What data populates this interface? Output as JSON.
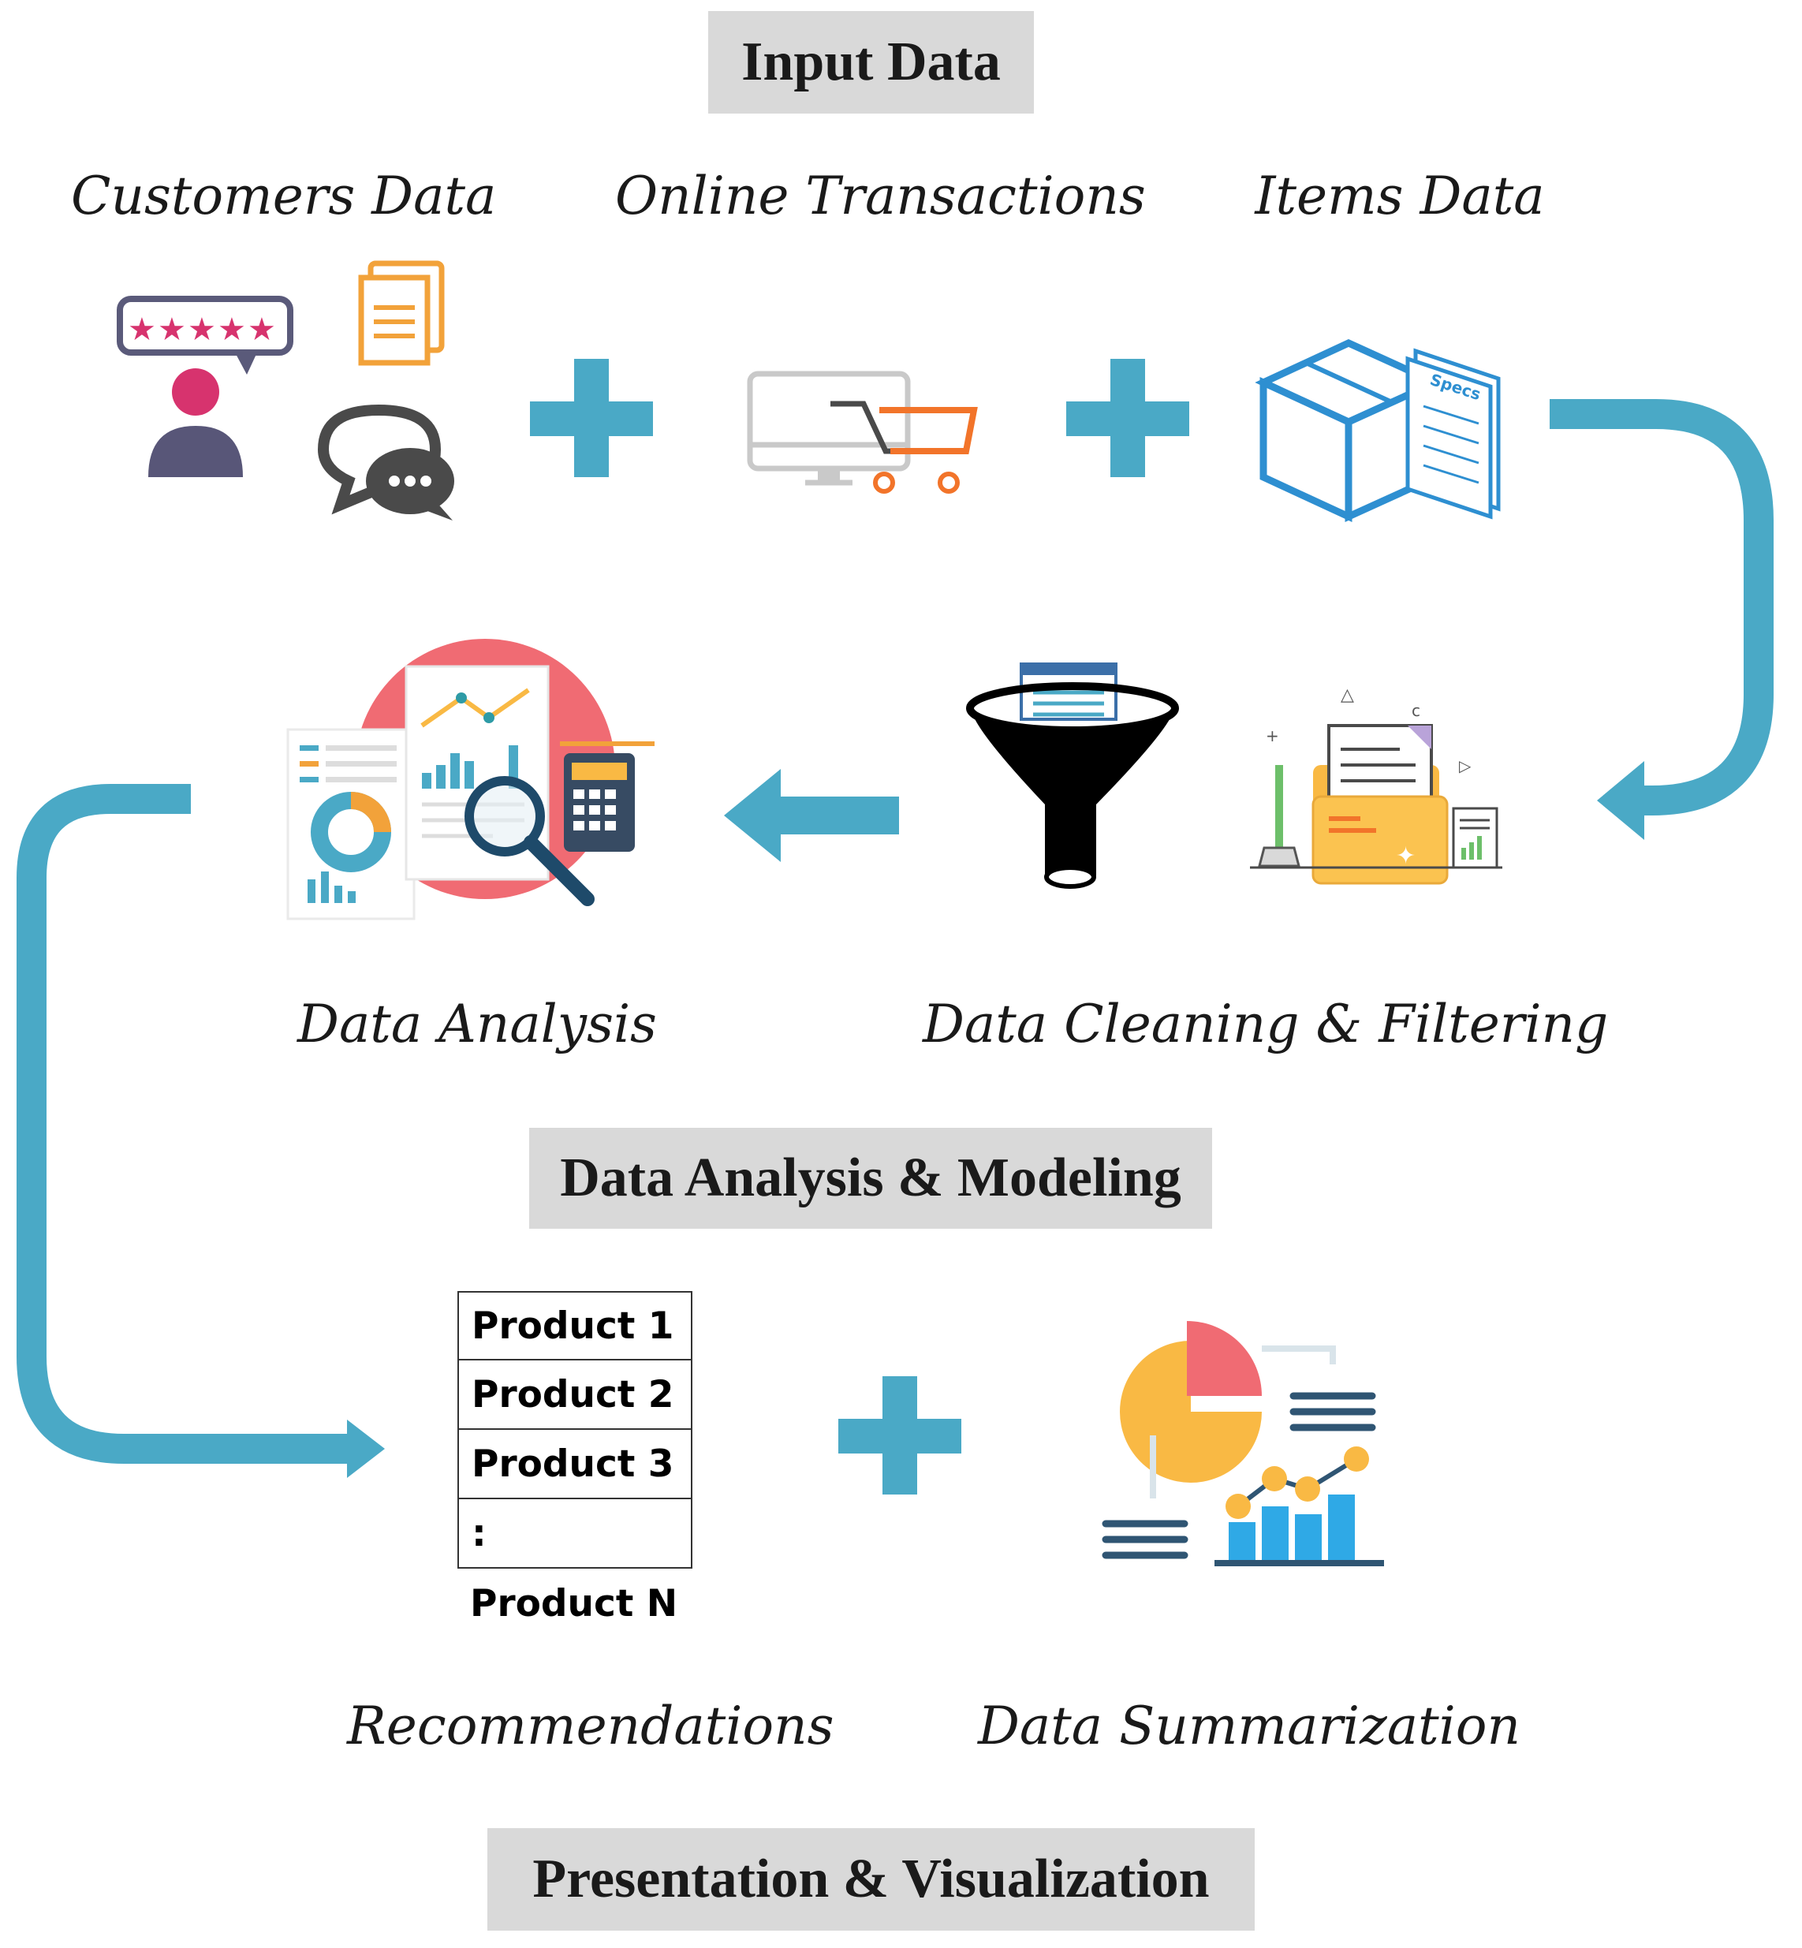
{
  "headers": {
    "input": "Input Data",
    "analysis": "Data Analysis & Modeling",
    "presentation": "Presentation & Visualization"
  },
  "labels": {
    "customers": "Customers Data",
    "transactions": "Online Transactions",
    "items": "Items Data",
    "analysis": "Data Analysis",
    "cleaning": "Data Cleaning & Filtering",
    "recommendations": "Recommendations",
    "summarization": "Data Summarization"
  },
  "icons": {
    "specs_text": "Specs"
  },
  "products": [
    "Product 1",
    "Product 2",
    "Product 3",
    ":",
    "Product N"
  ],
  "colors": {
    "arrow": "#4aa9c6",
    "header_bg": "#d9d9d9",
    "pink": "#d7336e",
    "orange": "#f2a23a",
    "blue_box": "#2e8fd1",
    "yellow": "#f9b944",
    "red": "#f06b73"
  }
}
